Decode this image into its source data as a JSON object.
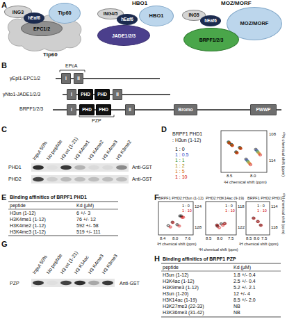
{
  "diagram": {
    "nodes": [
      {
        "text": [
          "ING3"
        ]
      },
      {
        "text": [
          "hEaf6"
        ]
      },
      {
        "text": [
          "Tip60"
        ]
      },
      {
        "text": [
          "EPC1/2"
        ]
      },
      {
        "text": [
          "ING4/5"
        ]
      },
      {
        "text": [
          "hEaf6"
        ]
      },
      {
        "text": [
          "HBO1"
        ]
      },
      {
        "text": [
          "JADE1/2/3"
        ]
      },
      {
        "text": [
          "ING5"
        ]
      },
      {
        "text": [
          "hEaf6"
        ]
      },
      {
        "text": [
          "MOZ/MORF"
        ]
      },
      {
        "text": [
          "BRPF1/2/3"
        ]
      },
      {
        "text": [
          "I"
        ]
      },
      {
        "text": [
          "II"
        ]
      },
      {
        "text": [
          "I"
        ]
      },
      {
        "text": [
          "PHD"
        ]
      },
      {
        "text": [
          "PHD"
        ]
      },
      {
        "text": [
          "II"
        ]
      },
      {
        "text": [
          "I"
        ]
      },
      {
        "text": [
          "PHD"
        ]
      },
      {
        "text": [
          "PHD"
        ]
      },
      {
        "text": [
          "II"
        ]
      },
      {
        "text": [
          "Bromo"
        ]
      },
      {
        "text": [
          "PWWP"
        ]
      }
    ],
    "labels": [
      "A",
      "Tip60",
      "HBO1",
      "MOZ/MORF",
      "B",
      "EPcA",
      "yEpl1-EPC1/2",
      "yNto1-JADE1/2/3",
      "BRPF1/2/3",
      "PZP",
      "C",
      "Input 50%",
      "No peptide",
      "H3 wt (1-21)",
      "H3 K4me1",
      "H3 K4me2",
      "H3 K4me3",
      "H3 K9me2",
      "PHD1",
      "PHD2",
      "Anti-GST",
      "Anti-GST",
      "D",
      "BRPF1 PHD1",
      ": H3un (1-12)",
      "1 : 0",
      "1 : 0.5",
      "1 : 1",
      "1 : 2",
      "1 : 5",
      "1 : 10",
      "8.5",
      "8.0",
      "108",
      "114",
      "¹H chemical shift (ppm)",
      "¹⁵N chemical shift (ppm)",
      "E",
      "Binding affinities of BRPF1 PHD1",
      "peptide",
      "Kd (µM)",
      "H3un (1-12)",
      "6 +/- 3",
      "H3K4me1 (1-12)",
      "76 +/- 12",
      "H3K4me2 (1-12)",
      "592 +/- 58",
      "H3K4me3 (1-12)",
      "519 +/- 111",
      "F",
      "BRPF1 PHD2:H3un (1-12)",
      "1 : 0",
      "1 : 10",
      "8.4",
      "8.0",
      "7.6",
      "124",
      "128",
      "¹H chemical shift (ppm)",
      "PHD2:H3K14ac (9-19)",
      "1 : 0",
      "1 : 10",
      "8.5",
      "8.0",
      "7.5",
      "118",
      "122",
      "¹H chemical shift (ppm)",
      "BRPF1 PHD2:PHD1",
      "1 : 0",
      "1 : 10",
      "8.5",
      "8.0",
      "7.5",
      "114",
      "118",
      "¹H chemical shift (ppm)",
      "¹⁵N chemical shift (ppm)",
      "G",
      "Input 50%",
      "No peptide",
      "H3 wt (1-21)",
      "H3 K14ac",
      "H3 K4me3",
      "H3 K9me3",
      "PZP",
      "Anti-GST",
      "H",
      "Binding affinities of BRPF1 PZP",
      "peptide",
      "Kd (µM)",
      "H3un (1-12)",
      "1.8 +/- 0.4",
      "H3K4ac (1-12)",
      "2.5 +/- 0.4",
      "H3K9me3 (1-12)",
      "5.2 +/- 2.1",
      "H3un (1-20)",
      "12 +/- 4",
      "H3K14ac (1-19)",
      "8.5 +/- 2.0",
      "H3K27me3 (22-33)",
      "NB",
      "H3K36me3 (31-42)",
      "NB"
    ]
  }
}
